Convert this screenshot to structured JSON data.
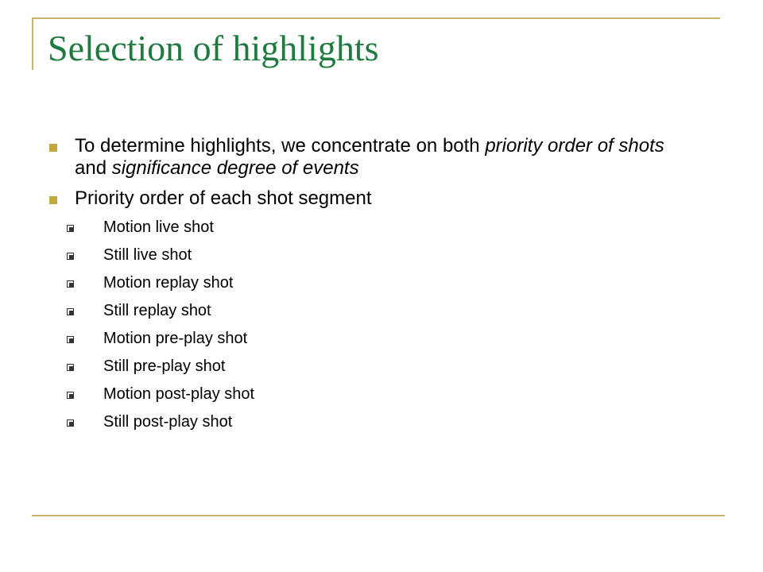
{
  "slide": {
    "title": "Selection of highlights",
    "bullets": [
      {
        "parts": [
          {
            "text": "To determine highlights, we concentrate on both ",
            "italic": false
          },
          {
            "text": "priority order of shots",
            "italic": true
          },
          {
            "text": " and ",
            "italic": false
          },
          {
            "text": "significance degree of events",
            "italic": true
          }
        ]
      },
      {
        "text": "Priority order of each shot segment"
      }
    ],
    "sub_bullets": [
      "Motion live shot",
      "Still live shot",
      "Motion replay shot",
      "Still replay shot",
      "Motion pre-play shot",
      "Still pre-play shot",
      "Motion post-play shot",
      "Still post-play shot"
    ],
    "colors": {
      "title": "#1f7a3f",
      "accent_rule": "#c9b66a",
      "bullet": "#c4a83f"
    }
  }
}
